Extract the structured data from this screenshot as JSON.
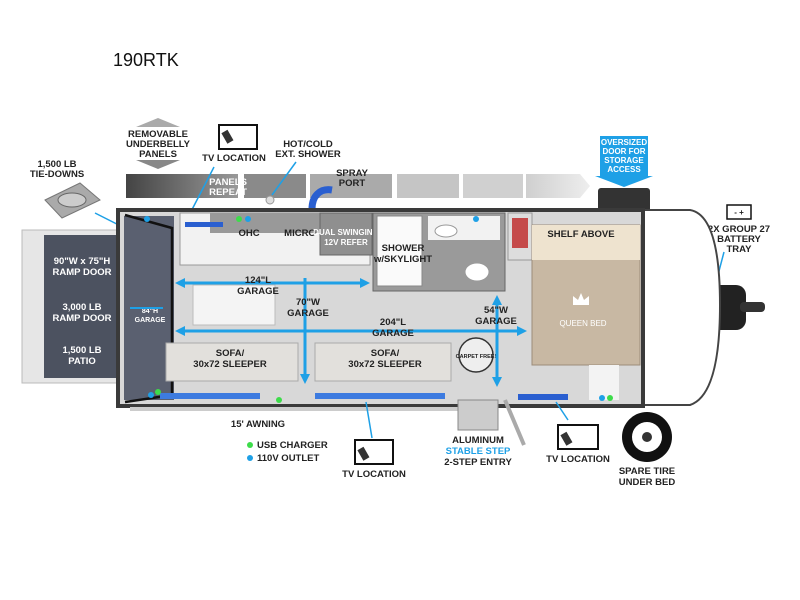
{
  "title": "190RTK",
  "labels": {
    "underbelly": [
      "REMOVABLE",
      "UNDERBELLY",
      "PANELS"
    ],
    "tv_top": "TV LOCATION",
    "shower_ext": [
      "HOT/COLD",
      "EXT. SHOWER"
    ],
    "spray_port": [
      "SPRAY",
      "PORT"
    ],
    "panels_repeat": [
      "PANELS",
      "REPEAT"
    ],
    "tie_downs": [
      "1,500 LB",
      "TIE-DOWNS"
    ],
    "oversized_door": [
      "OVERSIZED",
      "DOOR FOR",
      "STORAGE",
      "ACCESS"
    ],
    "battery": [
      "2X GROUP 27",
      "BATTERY",
      "TRAY"
    ],
    "ramp_door_size": [
      "90\"W x 75\"H",
      "RAMP DOOR"
    ],
    "ramp_door_rating": [
      "3,000 LB",
      "RAMP DOOR"
    ],
    "patio": [
      "1,500 LB",
      "PATIO"
    ],
    "garage_height": [
      "84\"H",
      "GARAGE"
    ],
    "ohc": "OHC",
    "micro": "MICRO",
    "refer": [
      "DUAL SWINGING",
      "12V REFER"
    ],
    "shower": [
      "SHOWER",
      "w/SKYLIGHT"
    ],
    "shelf_above": "SHELF ABOVE",
    "queen_bed": "QUEEN BED",
    "garage_124": [
      "124\"L",
      "GARAGE"
    ],
    "garage_70": [
      "70\"W",
      "GARAGE"
    ],
    "garage_204": [
      "204\"L",
      "GARAGE"
    ],
    "garage_54": [
      "54\"W",
      "GARAGE"
    ],
    "sofa1": [
      "SOFA/",
      "30x72 SLEEPER"
    ],
    "sofa2": [
      "SOFA/",
      "30x72 SLEEPER"
    ],
    "carpet_free": "CARPET FREE!",
    "awning": "15' AWNING",
    "usb_charger": "USB CHARGER",
    "outlet": "110V OUTLET",
    "tv_bottom_left": "TV LOCATION",
    "step": [
      "ALUMINUM",
      "STABLE STEP",
      "2-STEP ENTRY"
    ],
    "tv_bottom_right": "TV LOCATION",
    "spare_tire": [
      "SPARE TIRE",
      "UNDER BED"
    ],
    "battery_symbol": "- +"
  },
  "colors": {
    "accent": "#1ea0e6",
    "usb": "#3ddc4a",
    "outlet": "#1ea0e6"
  }
}
